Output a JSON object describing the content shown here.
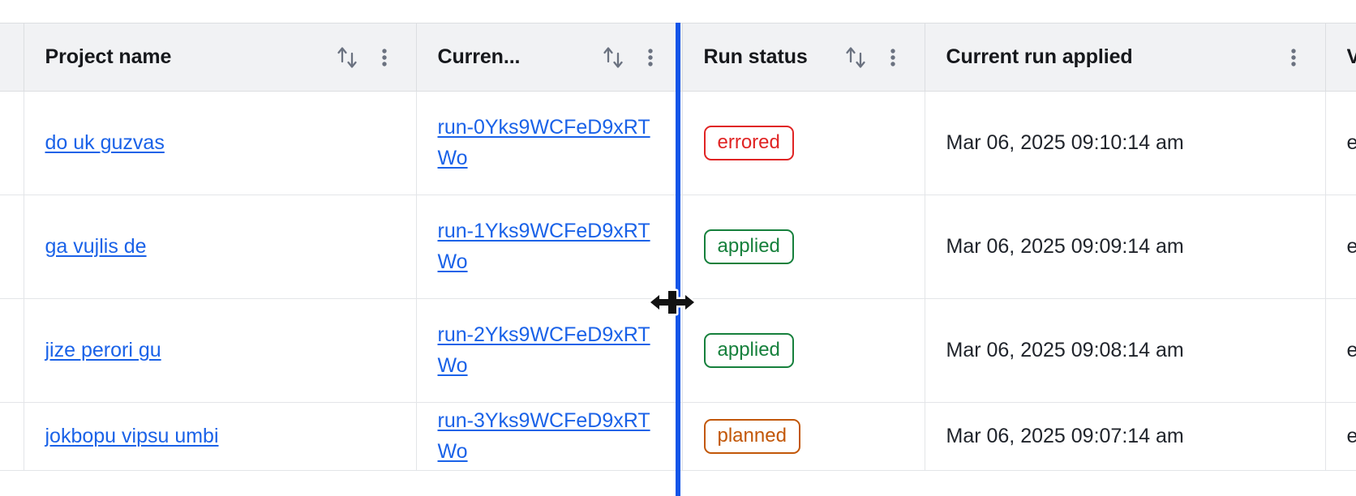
{
  "table": {
    "columns": [
      {
        "id": "gutter",
        "label": "",
        "sortable": false,
        "menu": false
      },
      {
        "id": "project",
        "label": "Project name",
        "sortable": true,
        "menu": true
      },
      {
        "id": "run",
        "label": "Curren...",
        "sortable": true,
        "menu": true
      },
      {
        "id": "status",
        "label": "Run status",
        "sortable": true,
        "menu": true
      },
      {
        "id": "applied",
        "label": "Current run applied",
        "sortable": false,
        "menu": true
      },
      {
        "id": "overflow",
        "label": "V",
        "sortable": false,
        "menu": false
      }
    ],
    "rows": [
      {
        "project_name": "do uk guzvas",
        "current_run": "run-0Yks9WCFeD9xRTWo",
        "run_status": "errored",
        "run_status_color": "#e02424",
        "current_run_applied": "Mar 06, 2025 09:10:14 am",
        "overflow_text": "e"
      },
      {
        "project_name": "ga vujlis de",
        "current_run": "run-1Yks9WCFeD9xRTWo",
        "run_status": "applied",
        "run_status_color": "#16803c",
        "current_run_applied": "Mar 06, 2025 09:09:14 am",
        "overflow_text": "e"
      },
      {
        "project_name": "jize perori gu",
        "current_run": "run-2Yks9WCFeD9xRTWo",
        "run_status": "applied",
        "run_status_color": "#16803c",
        "current_run_applied": "Mar 06, 2025 09:08:14 am",
        "overflow_text": "e"
      },
      {
        "project_name": "jokbopu vipsu umbi",
        "current_run": "run-3Yks9WCFeD9xRTWo",
        "run_status": "planned",
        "run_status_color": "#c25708",
        "current_run_applied": "Mar 06, 2025 09:07:14 am",
        "overflow_text": "e"
      }
    ]
  },
  "icons": {
    "sort": "sort-ascending-descending-icon",
    "menu": "kebab-menu-icon",
    "cursor": "column-resize-cursor"
  },
  "interaction": {
    "resize_guide_color": "#1355e8",
    "resizing_column": "Curren...",
    "cursor_type": "col-resize"
  },
  "theme": {
    "link_color": "#1a62e8",
    "header_background": "#f1f2f4",
    "border_color": "#dcdee1",
    "text_color": "#20242b"
  }
}
